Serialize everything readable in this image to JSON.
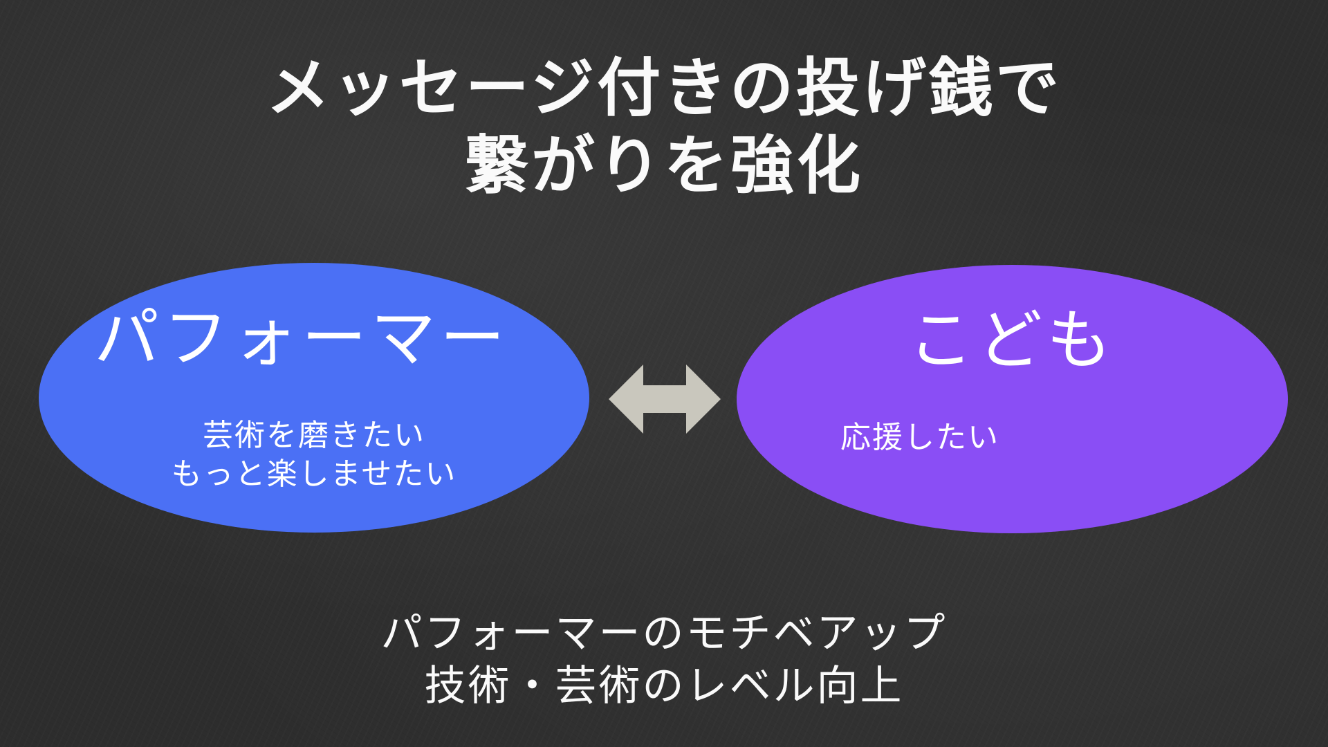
{
  "slide": {
    "title_lines": [
      "メッセージ付きの投げ銭で",
      "繋がりを強化"
    ],
    "performer": {
      "label": "パフォーマー",
      "lines": [
        "芸術を磨きたい",
        "もっと楽しませたい"
      ]
    },
    "kodomo": {
      "label": "こども",
      "lines": [
        "応援したい"
      ]
    },
    "arrow_icon": "double-arrow-icon",
    "footer_lines": [
      "パフォーマーのモチベアップ",
      "技術・芸術のレベル向上"
    ]
  },
  "colors": {
    "background": "#2d2d2d",
    "performer_ellipse": "#4b70f5",
    "kodomo_ellipse": "#8a4ef5",
    "arrow": "#c9c7bd",
    "text": "#ffffff"
  }
}
